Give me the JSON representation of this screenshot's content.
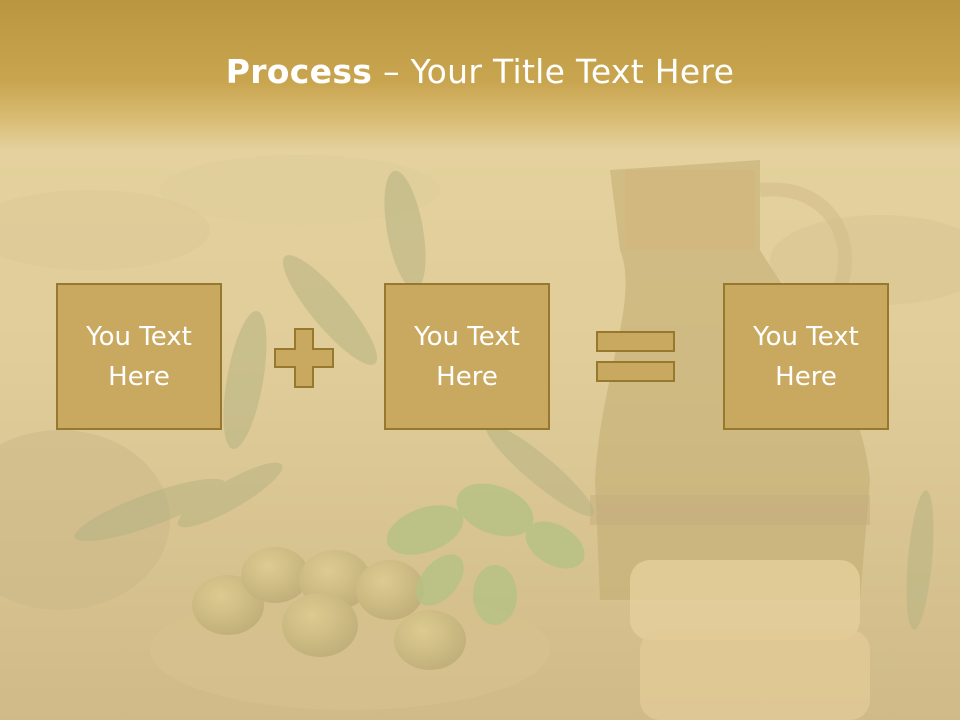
{
  "slide": {
    "title_bold": "Process",
    "title_rest": " – Your Title Text Here",
    "boxes": [
      {
        "text": "You Text\nHere"
      },
      {
        "text": "You Text\nHere"
      },
      {
        "text": "You Text\nHere"
      }
    ],
    "operators": [
      "plus-icon",
      "equals-icon"
    ],
    "colors": {
      "header": "#c9a550",
      "box_fill": "#c9a95f",
      "box_border": "#97782f",
      "text": "#ffffff"
    }
  }
}
